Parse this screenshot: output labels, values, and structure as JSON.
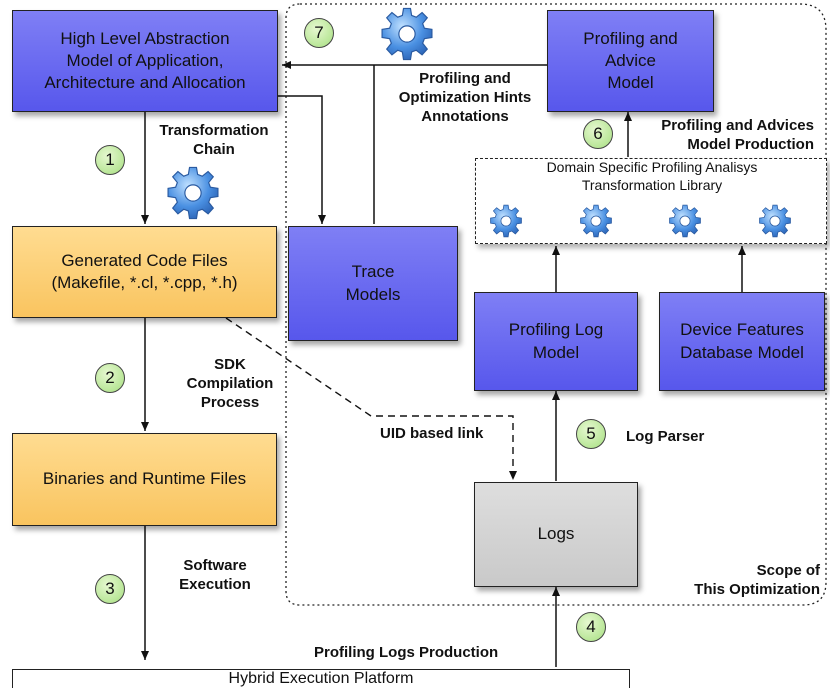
{
  "nodes": {
    "high_level": "High Level Abstraction\nModel of Application,\nArchitecture and Allocation",
    "profiling_advice": "Profiling and\nAdvice\nModel",
    "generated_code": "Generated Code Files\n(Makefile, *.cl, *.cpp, *.h)",
    "trace_models": "Trace\nModels",
    "profiling_log_model": "Profiling Log\nModel",
    "device_features": "Device Features\nDatabase Model",
    "binaries": "Binaries and Runtime Files",
    "logs": "Logs",
    "platform": "Hybrid Execution Platform"
  },
  "library_title": "Domain Specific Profiling Analisys\nTransformation Library",
  "labels": {
    "transformation_chain": "Transformation\nChain",
    "profiling_hints": "Profiling and\nOptimization Hints\nAnnotations",
    "profiling_advices_production": "Profiling and Advices\nModel Production",
    "sdk_compilation": "SDK\nCompilation\nProcess",
    "uid_link": "UID based link",
    "log_parser": "Log Parser",
    "software_execution": "Software\nExecution",
    "scope": "Scope of\nThis Optimization",
    "logs_production": "Profiling Logs Production"
  },
  "steps": [
    "1",
    "2",
    "3",
    "4",
    "5",
    "6",
    "7"
  ],
  "colors": {
    "model_box": "#6b6bf0",
    "code_box": "#fbcf76",
    "logs_box": "#d6d6d6",
    "step_circle": "#b8e69a",
    "gear": "#4a90e2"
  }
}
